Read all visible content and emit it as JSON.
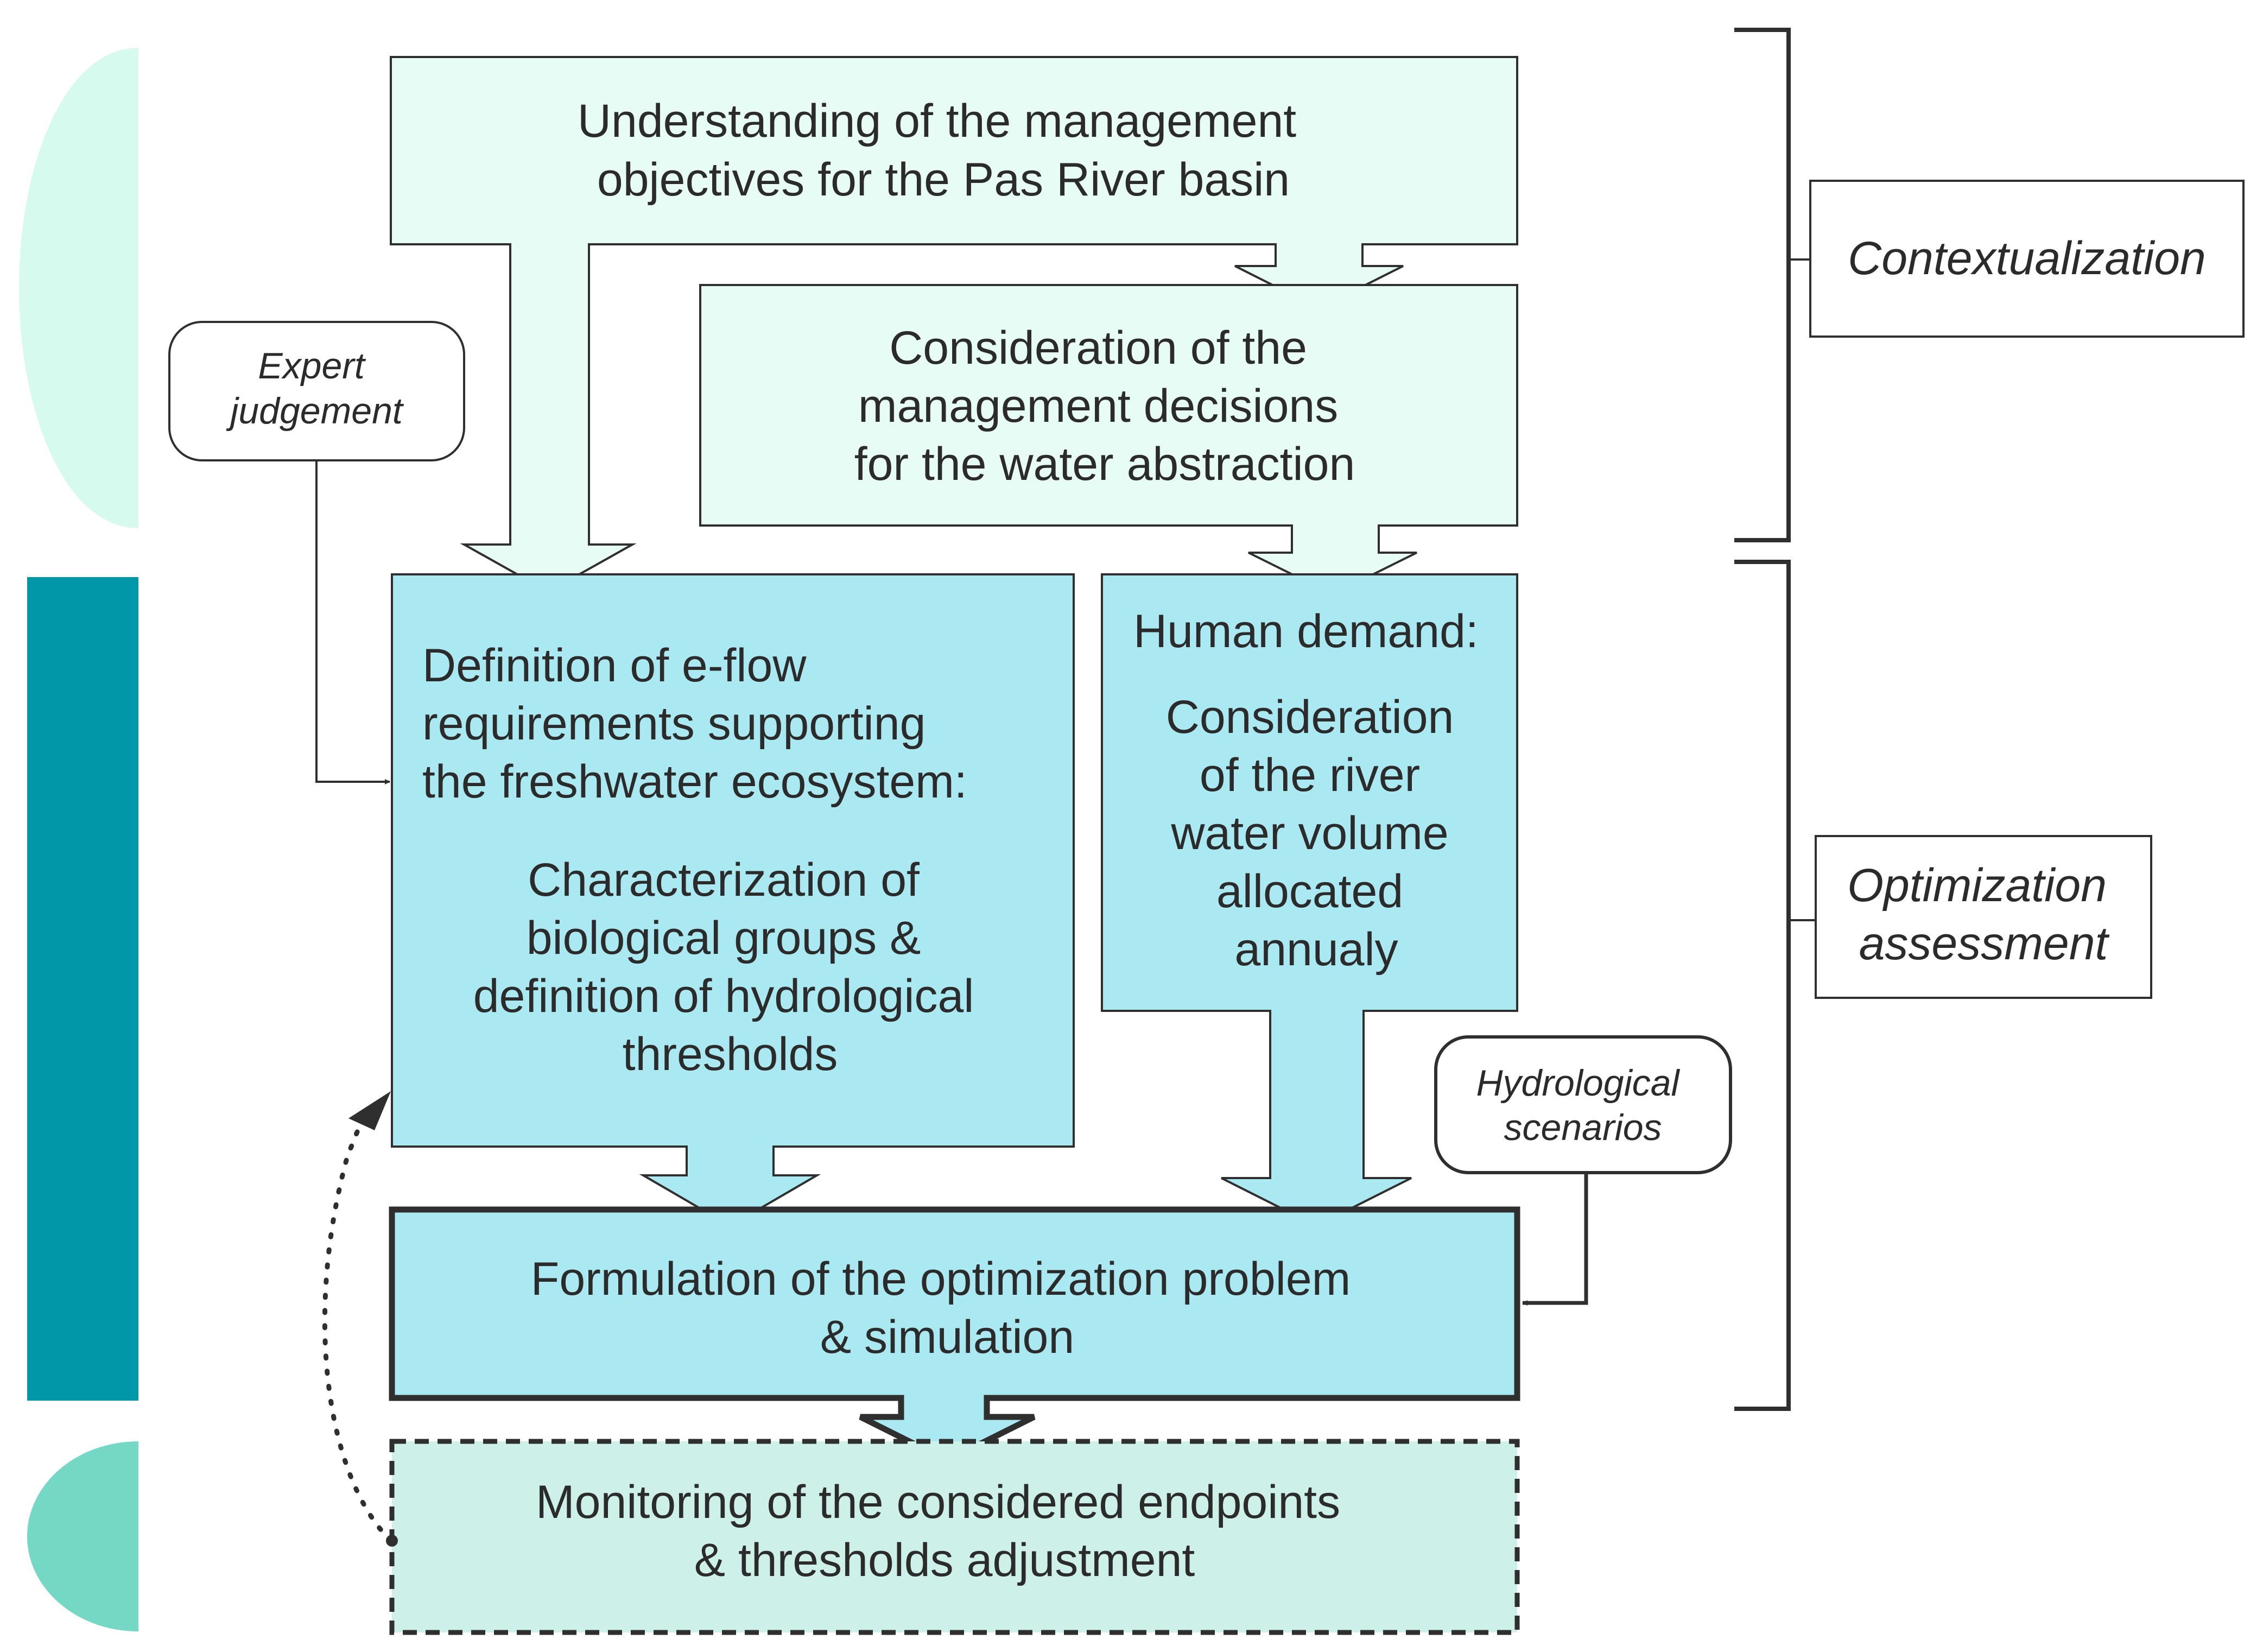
{
  "boxes": {
    "objectives": [
      "Understanding of the management",
      "objectives for the Pas River basin"
    ],
    "decisions": [
      "Consideration of the",
      "management decisions",
      "for the water abstraction"
    ],
    "eflow_heading": [
      "Definition of e-flow",
      "requirements supporting",
      "the freshwater ecosystem:"
    ],
    "eflow_detail": [
      "Characterization of",
      "biological groups &",
      "definition of hydrological",
      "thresholds"
    ],
    "human_heading": "Human demand:",
    "human_detail": [
      "Consideration",
      "of the river",
      "water volume",
      "allocated",
      "annualy"
    ],
    "formulation": [
      "Formulation of the optimization problem",
      "& simulation"
    ],
    "monitoring": [
      "Monitoring of the considered endpoints",
      "& thresholds adjustment"
    ]
  },
  "notes": {
    "expert": [
      "Expert",
      "judgement"
    ],
    "scenarios": [
      "Hydrological",
      "scenarios"
    ]
  },
  "phases": {
    "contextualization": "Contextualization",
    "optimization": [
      "Optimization",
      "assessment"
    ]
  },
  "colors": {
    "context_fill": "#e6fcf5",
    "assessment_fill": "#aae9f2",
    "monitoring_fill": "#cdf1e9",
    "left_top_bar": "#d6faee",
    "left_mid_bar": "#0098a8",
    "left_bottom_bar": "#74d8c4",
    "stroke": "#2f2f2f"
  }
}
